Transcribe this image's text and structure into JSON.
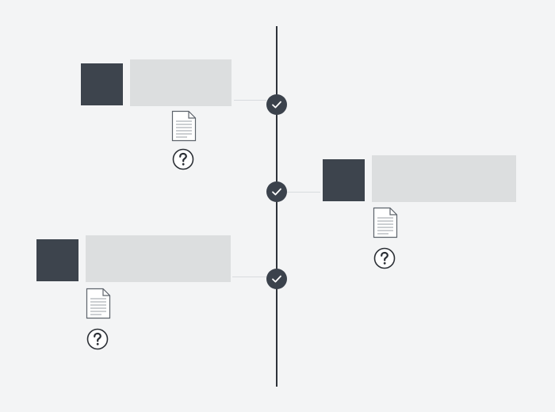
{
  "timeline": {
    "entries": [
      {
        "side": "left",
        "status_icon": "check-icon",
        "media_icon": "image-placeholder",
        "document_icon": "document-icon",
        "help_icon": "question-icon"
      },
      {
        "side": "right",
        "status_icon": "check-icon",
        "media_icon": "image-placeholder",
        "document_icon": "document-icon",
        "help_icon": "question-icon"
      },
      {
        "side": "left",
        "status_icon": "check-icon",
        "media_icon": "image-placeholder",
        "document_icon": "document-icon",
        "help_icon": "question-icon"
      }
    ]
  },
  "colors": {
    "background": "#f3f4f5",
    "axis": "#2e333a",
    "node": "#3b424c",
    "thumbnail": "#3d444d",
    "title_bar": "#dcdedf"
  }
}
